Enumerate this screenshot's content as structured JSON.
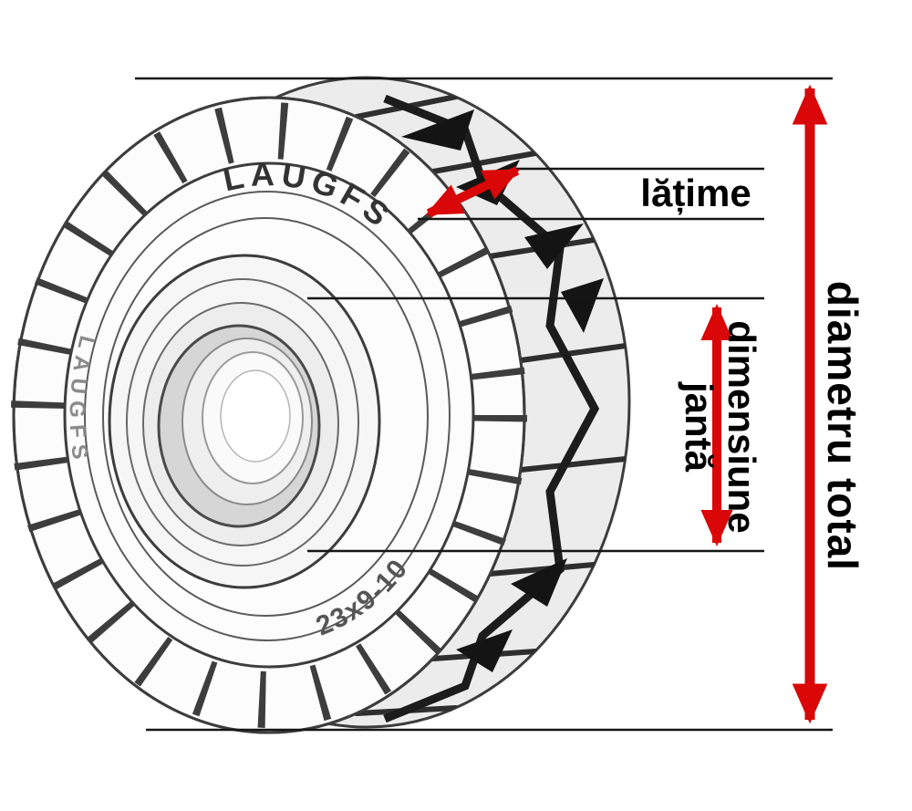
{
  "labels": {
    "width": "lățime",
    "rim_dimension_line1": "dimensiune",
    "rim_dimension_line2": "jantă",
    "total_diameter": "diametru total"
  },
  "tire": {
    "brand": "LAUGFS",
    "size_marking": "23x9-10",
    "sidewall_text": "LAUGFS"
  },
  "colors": {
    "arrow": "#d90707",
    "dimension_line": "#161616"
  }
}
